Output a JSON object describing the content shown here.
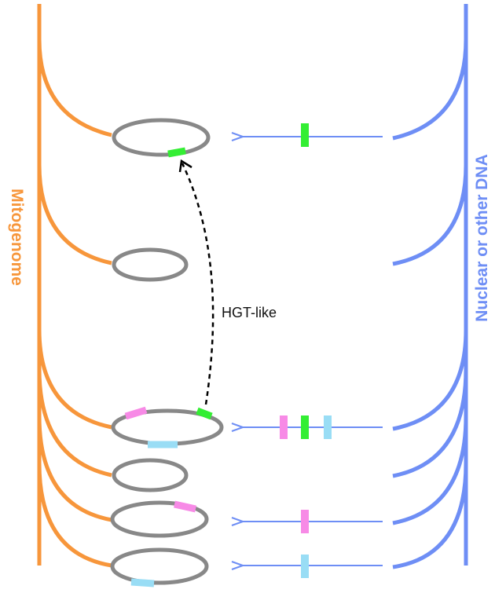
{
  "labels": {
    "left": "Mitogenome",
    "right": "Nuclear or other DNA",
    "transfer": "HGT-like"
  },
  "colors": {
    "mitogenome": "#f7963b",
    "nuclear": "#6e8ef5",
    "genome_ring": "#888888",
    "gene_green": "#33ee33",
    "gene_pink": "#f78ae6",
    "gene_cyan": "#99ddf5",
    "arrow": "#000000"
  }
}
